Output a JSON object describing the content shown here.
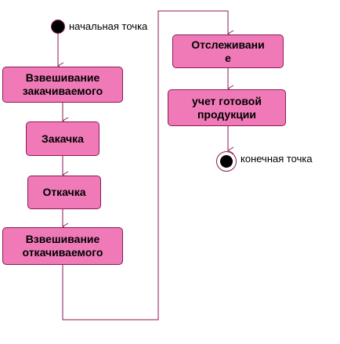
{
  "diagram": {
    "start_label": "начальная точка",
    "end_label": "конечная точка",
    "nodes": {
      "weigh_in": "Взвешивание\nзакачиваемого",
      "pump_in": "Закачка",
      "pump_out": "Откачка",
      "weigh_out": "Взвешивание\nоткачиваемого",
      "tracking": "Отслеживани\nе",
      "accounting": "учет готовой\nпродукции"
    },
    "colors": {
      "node_fill": "#f07ab8",
      "node_border": "#8a1a55",
      "connector": "#8a1a55",
      "background": "#ffffff"
    }
  }
}
